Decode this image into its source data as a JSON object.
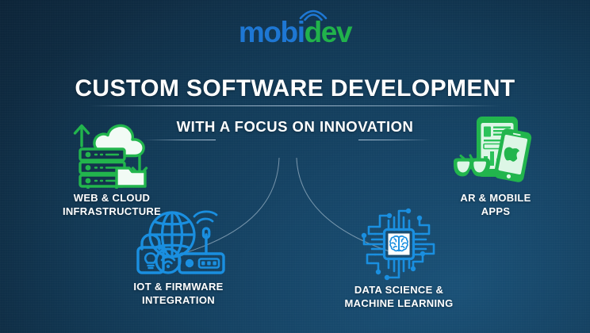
{
  "brand": {
    "logo_mobi": "mobi",
    "logo_dev": "dev",
    "wifi_icon": "wifi-arcs-icon",
    "colors": {
      "blue": "#1e77d3",
      "green": "#21b24b",
      "icon_green": "#22b54d",
      "icon_blue": "#1a8fe0",
      "background_dark": "#0d2336",
      "background_light": "#1a5177",
      "text": "#ffffff"
    }
  },
  "headline": {
    "title": "CUSTOM SOFTWARE DEVELOPMENT",
    "subtitle": "WITH A FOCUS ON\nINNOVATION"
  },
  "pillars": [
    {
      "id": "web-cloud-infrastructure",
      "label": "WEB & CLOUD\nINFRASTRUCTURE",
      "icon": "cloud-server-folder-icon",
      "color": "#22b54d"
    },
    {
      "id": "ar-mobile-apps",
      "label": "AR & MOBILE\nAPPS",
      "icon": "tablet-phone-ar-glasses-icon",
      "color": "#22b54d"
    },
    {
      "id": "iot-firmware-integration",
      "label": "IOT & FIRMWARE\nINTEGRATION",
      "icon": "globe-router-lock-wifi-icon",
      "color": "#1a8fe0"
    },
    {
      "id": "data-science-machine-learning",
      "label": "DATA SCIENCE &\nMACHINE LEARNING",
      "icon": "ai-chip-brain-icon",
      "color": "#1a8fe0"
    }
  ]
}
